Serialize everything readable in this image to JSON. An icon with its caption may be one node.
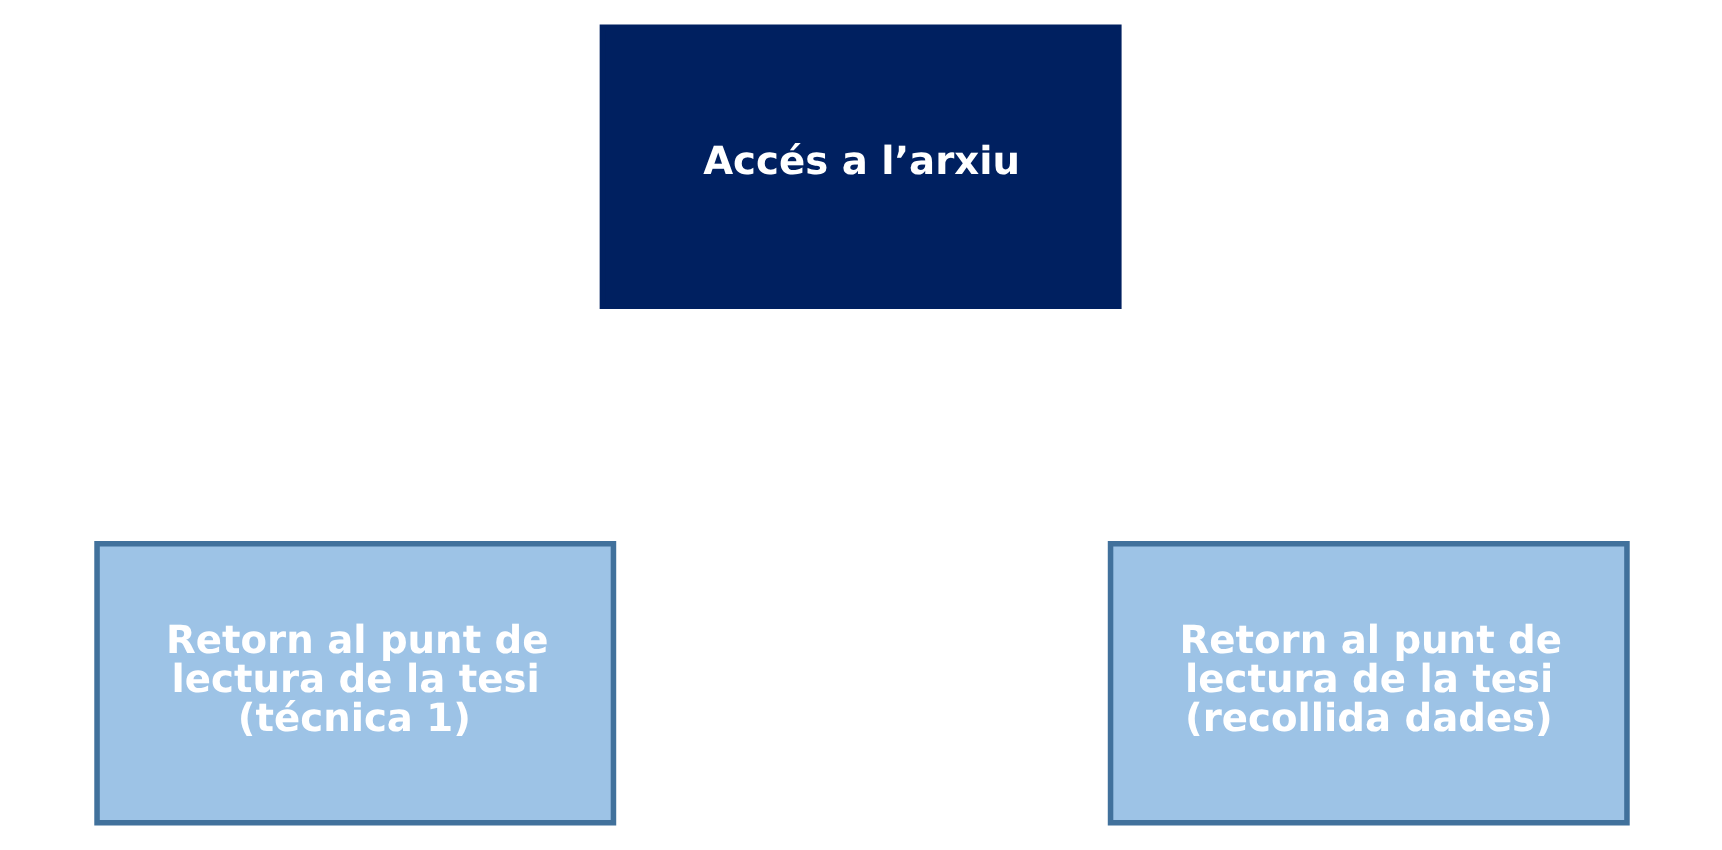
{
  "diagram": {
    "nodes": [
      {
        "text": [
          "Accés a l’arxiu"
        ]
      },
      {
        "text": [
          "Retorn al punt de lectura de la tesi (técnica 1)"
        ]
      },
      {
        "text": [
          "Retorn al punt de lectura de la tesi (recollida dades)"
        ]
      }
    ]
  }
}
